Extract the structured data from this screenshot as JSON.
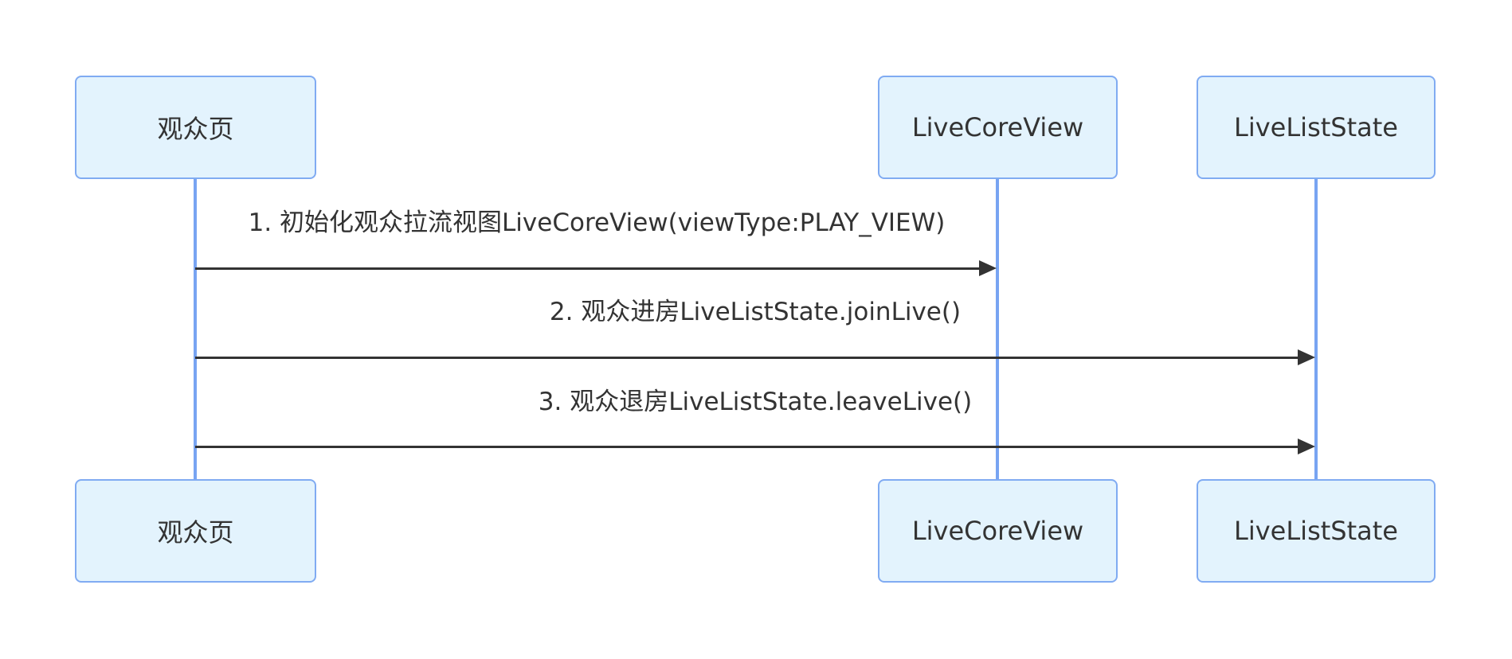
{
  "diagram": {
    "type": "sequence",
    "actors": [
      {
        "id": "audience-page",
        "label": "观众页"
      },
      {
        "id": "live-core-view",
        "label": "LiveCoreView"
      },
      {
        "id": "live-list-state",
        "label": "LiveListState"
      }
    ],
    "messages": [
      {
        "seq": "1",
        "from": "观众页",
        "to": "LiveCoreView",
        "label": "1. 初始化观众拉流视图LiveCoreView(viewType:PLAY_VIEW)"
      },
      {
        "seq": "2",
        "from": "观众页",
        "to": "LiveListState",
        "label": "2. 观众进房LiveListState.joinLive()"
      },
      {
        "seq": "3",
        "from": "观众页",
        "to": "LiveListState",
        "label": "3. 观众退房LiveListState.leaveLive()"
      }
    ],
    "colors": {
      "background": "#ffffff",
      "actor_fill": "#e3f3fd",
      "actor_border": "#80abf2",
      "lifeline": "#78a4f2",
      "arrow": "#333333",
      "text": "#333333"
    }
  }
}
